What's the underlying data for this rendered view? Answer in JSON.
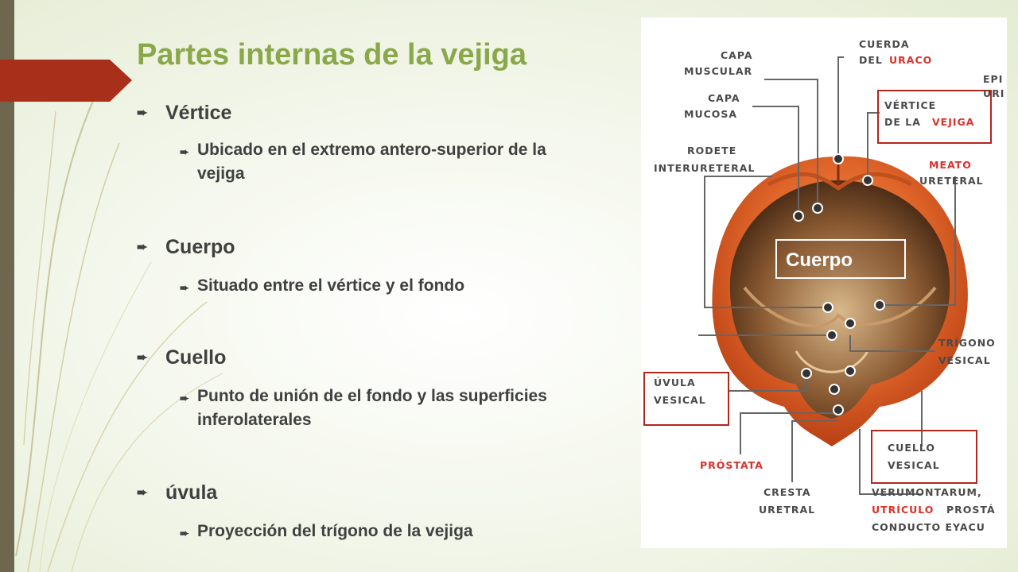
{
  "slide": {
    "title": "Partes internas de la vejiga",
    "items": [
      {
        "heading": "Vértice",
        "detail": "Ubicado en el extremo antero-superior de la vejiga"
      },
      {
        "heading": "Cuerpo",
        "detail": "Situado entre el vértice y el fondo"
      },
      {
        "heading": "Cuello",
        "detail": "Punto de unión de el fondo y las superficies inferolaterales"
      },
      {
        "heading": "úvula",
        "detail": "Proyección del trígono de la vejiga"
      }
    ]
  },
  "figure": {
    "center_label": "Cuerpo",
    "labels": {
      "capa_muscular": [
        "CAPA",
        "MUSCULAR"
      ],
      "capa_mucosa": [
        "CAPA",
        "MUCOSA"
      ],
      "rodete": [
        "RODETE",
        "INTERURETERAL"
      ],
      "cuerda": [
        "CUERDA",
        "DEL",
        "URACO"
      ],
      "epi": [
        "EPI",
        "URI"
      ],
      "vertice": [
        "VÉRTICE",
        "DE LA",
        "VEJIGA"
      ],
      "meato": [
        "MEATO",
        "URETERAL"
      ],
      "trigono": [
        "TRÍGONO",
        "VESICAL"
      ],
      "uvula": [
        "ÚVULA",
        "VESICAL"
      ],
      "prostata": "PRÓSTATA",
      "cresta": [
        "CRESTA",
        "URETRAL"
      ],
      "cuello": [
        "CUELLO",
        "VESICAL"
      ],
      "verumontanum": [
        "VERUMONTARUM,",
        "UTRÍCULO",
        "PROSTÁ",
        "CONDUCTO EYACU"
      ]
    }
  }
}
